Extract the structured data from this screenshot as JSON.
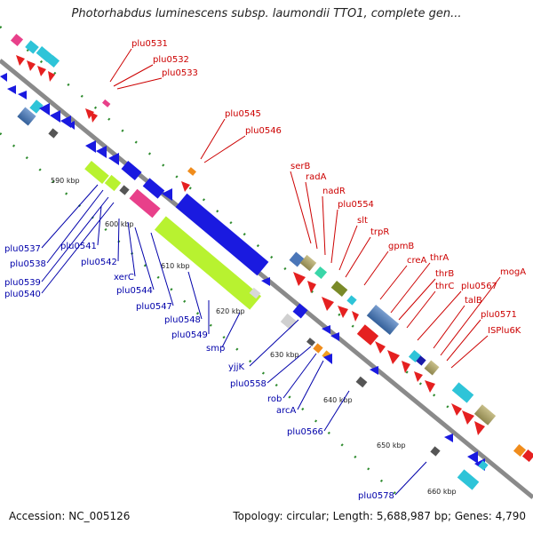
{
  "title": "Photorhabdus luminescens subsp. laumondii TTO1, complete gen...",
  "footer": {
    "accession": "Accession: NC_005126",
    "topology": "Topology: circular; Length: 5,688,987 bp; Genes: 4,790"
  },
  "colors": {
    "forward_label": "#cc0000",
    "reverse_label": "#0000aa",
    "backbone": "#808080",
    "tick": "#2e8b2e"
  },
  "kbp_ticks": [
    "590 kbp",
    "600 kbp",
    "610 kbp",
    "620 kbp",
    "630 kbp",
    "640 kbp",
    "650 kbp",
    "660 kbp"
  ],
  "forward_labels": [
    "plu0531",
    "plu0532",
    "plu0533",
    "plu0545",
    "plu0546",
    "serB",
    "radA",
    "nadR",
    "plu0554",
    "slt",
    "trpR",
    "gpmB",
    "creA",
    "thrA",
    "thrB",
    "thrC",
    "plu0567",
    "talB",
    "mogA",
    "plu0571",
    "ISPlu6K"
  ],
  "reverse_labels": [
    "plu0537",
    "plu0538",
    "plu0539",
    "plu0540",
    "plu0541",
    "plu0542",
    "xerC",
    "plu0544",
    "plu0547",
    "plu0548",
    "plu0549",
    "smp",
    "yjjK",
    "plu0558",
    "rob",
    "arcA",
    "plu0566",
    "plu0578"
  ]
}
